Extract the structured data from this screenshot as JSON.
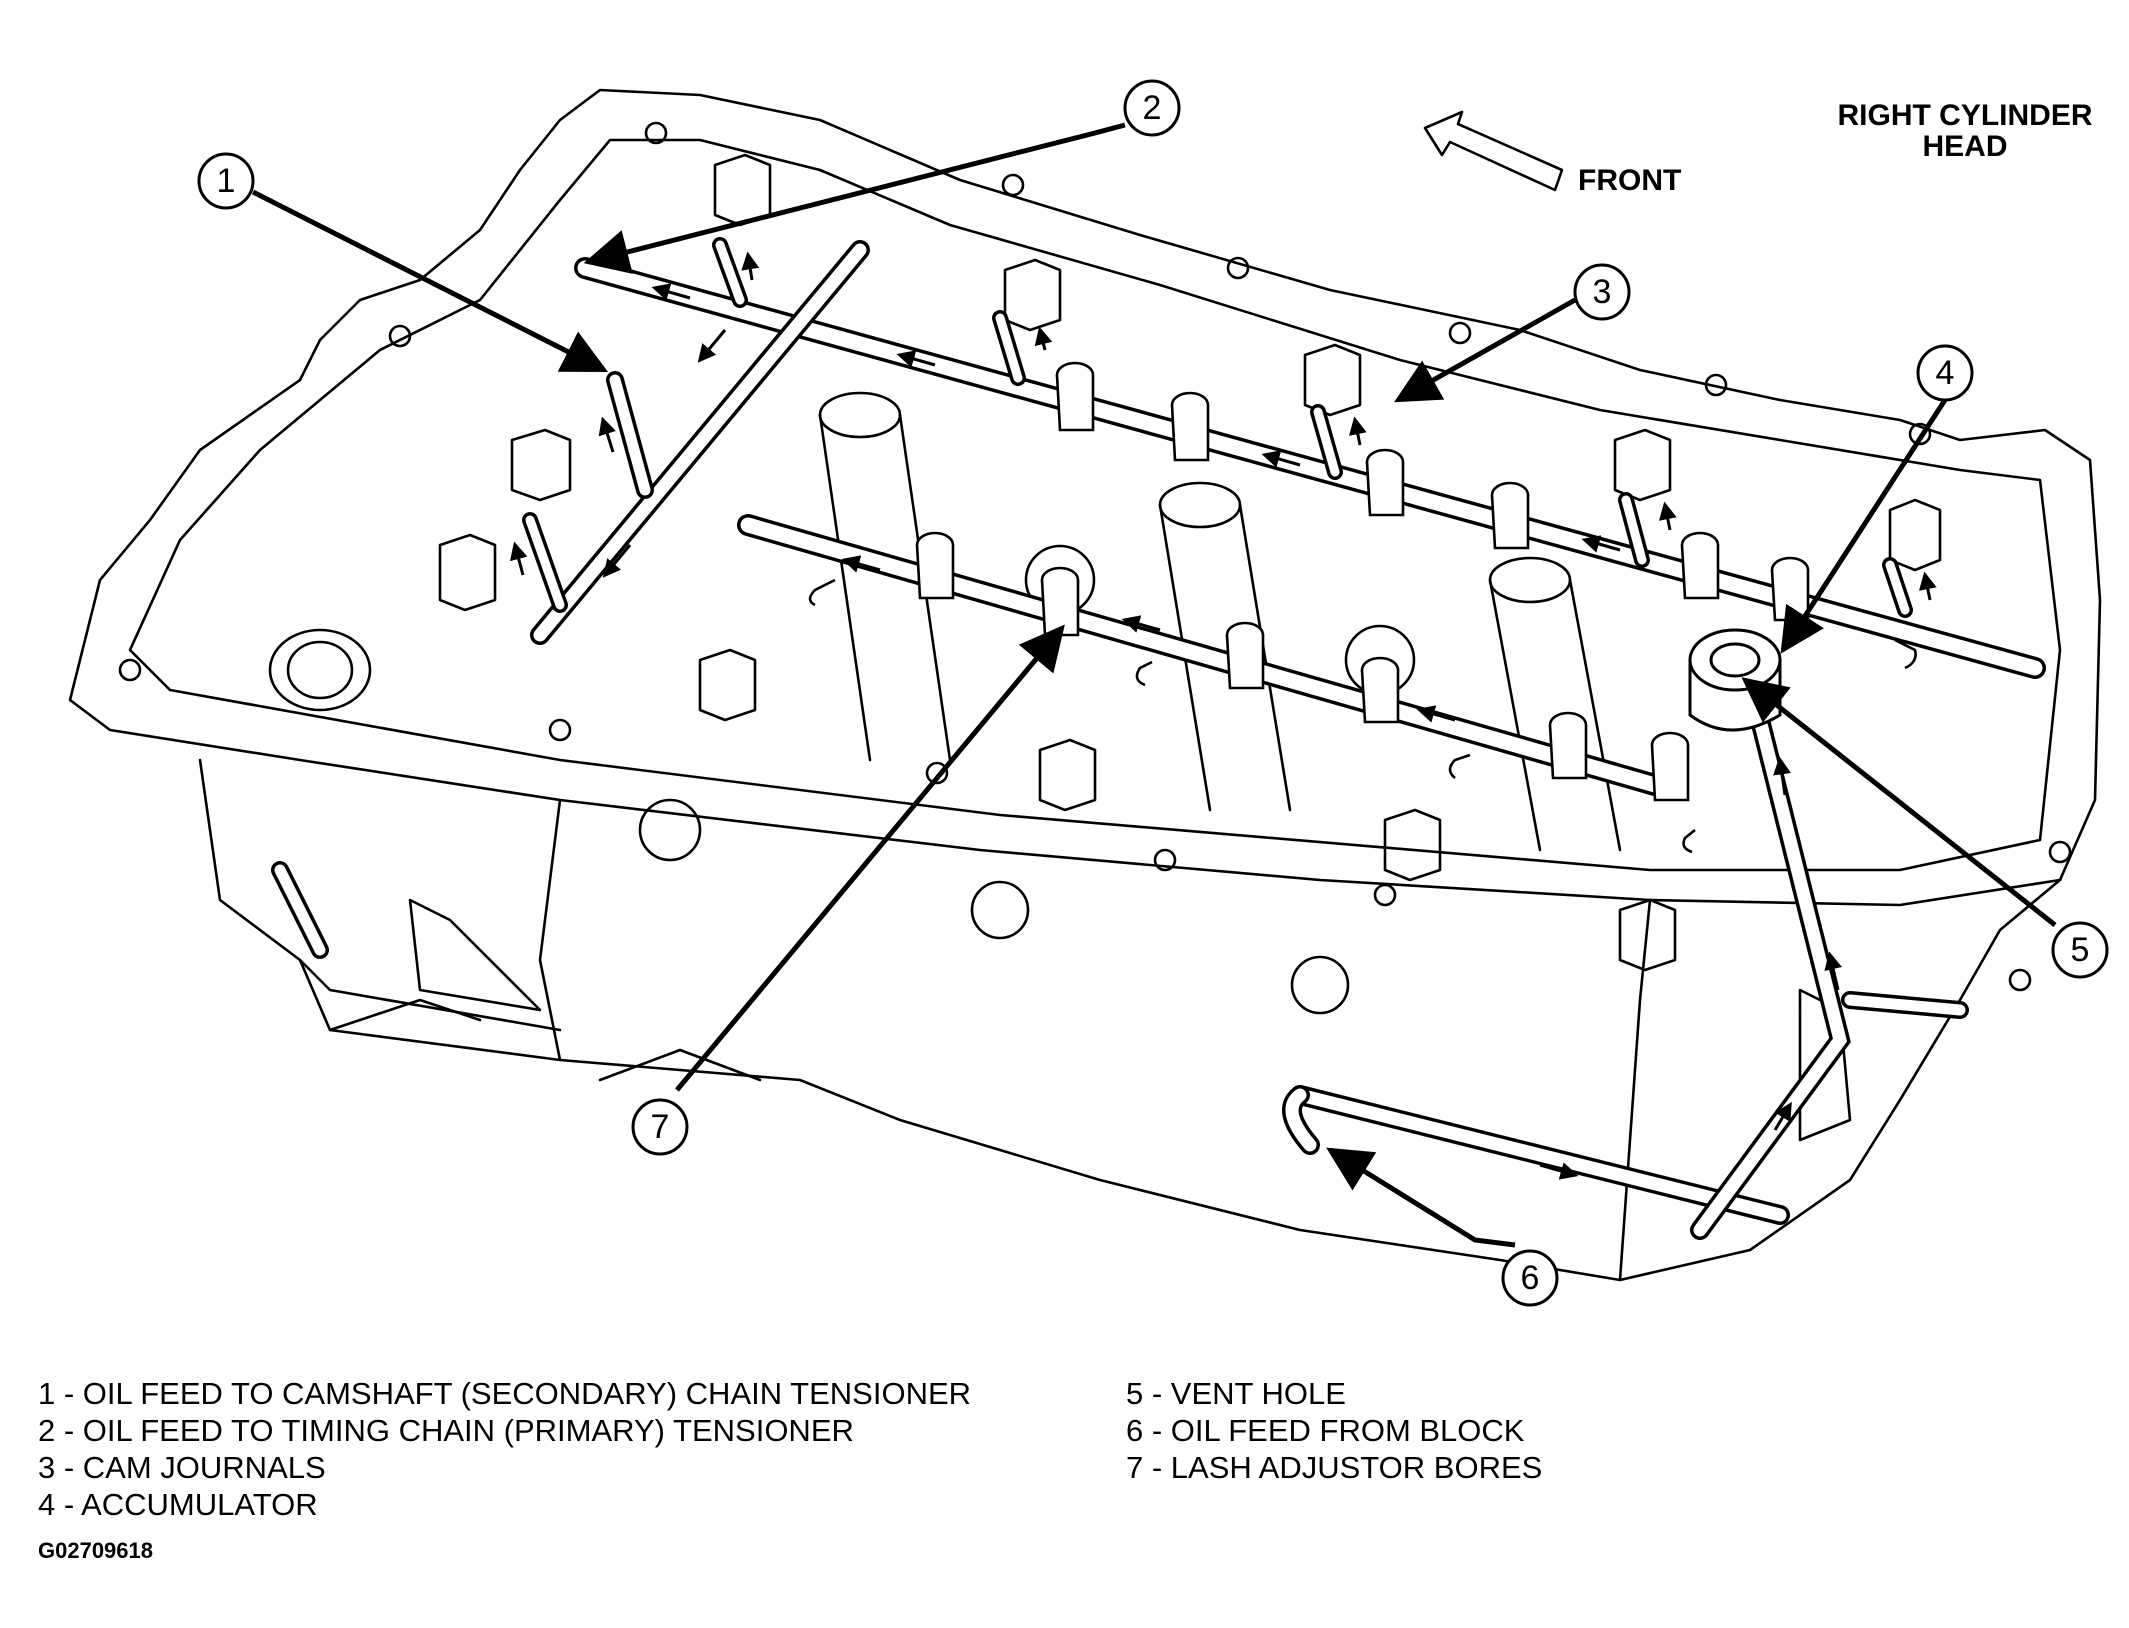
{
  "header": {
    "title_line1": "RIGHT CYLINDER",
    "title_line2": "HEAD",
    "front_label": "FRONT"
  },
  "callouts": [
    "1",
    "2",
    "3",
    "4",
    "5",
    "6",
    "7"
  ],
  "legend": {
    "left": [
      "1 - OIL FEED TO CAMSHAFT (SECONDARY) CHAIN TENSIONER",
      "2 - OIL FEED TO TIMING CHAIN (PRIMARY) TENSIONER",
      "3 - CAM JOURNALS",
      "4 - ACCUMULATOR"
    ],
    "right": [
      "5 - VENT HOLE",
      "6 - OIL FEED FROM BLOCK",
      "7 - LASH ADJUSTOR BORES"
    ]
  },
  "figure_id": "G02709618"
}
